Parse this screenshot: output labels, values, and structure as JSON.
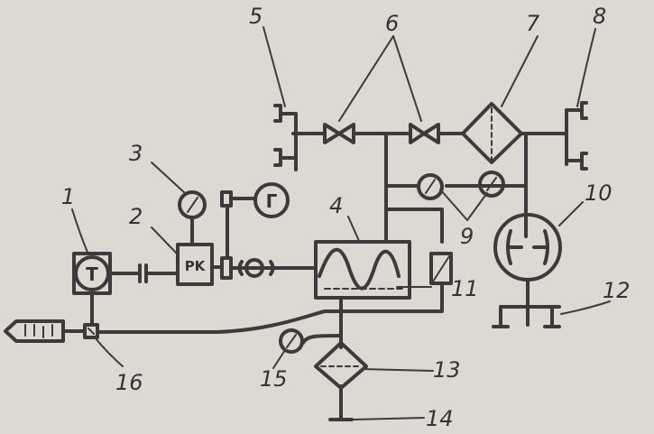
{
  "diagram": {
    "component_labels": [
      "1",
      "2",
      "3",
      "4",
      "5",
      "6",
      "7",
      "8",
      "9",
      "10",
      "11",
      "12",
      "13",
      "14",
      "15",
      "16"
    ],
    "block_texts": {
      "turbine_symbol": "T",
      "regulator": "PK",
      "gauge_symbol": "Г"
    }
  },
  "colors": {
    "ink": "#3c3a3a",
    "paper": "#dcd8d2"
  }
}
